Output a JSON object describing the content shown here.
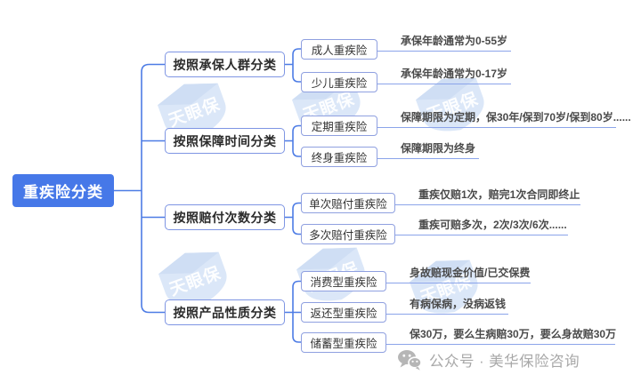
{
  "tree": {
    "root": {
      "label": "重疾险分类"
    },
    "branches": [
      {
        "label": "按照承保人群分类",
        "children": [
          {
            "label": "成人重疾险",
            "desc": "承保年龄通常为0-55岁"
          },
          {
            "label": "少儿重疾险",
            "desc": "承保年龄通常为0-17岁"
          }
        ]
      },
      {
        "label": "按照保障时间分类",
        "children": [
          {
            "label": "定期重疾险",
            "desc": "保障期限为定期，保30年/保到70岁/保到80岁......"
          },
          {
            "label": "终身重疾险",
            "desc": "保障期限为终身"
          }
        ]
      },
      {
        "label": "按照赔付次数分类",
        "children": [
          {
            "label": "单次赔付重疾险",
            "desc": "重疾仅赔1次，赔完1次合同即终止"
          },
          {
            "label": "多次赔付重疾险",
            "desc": "重疾可赔多次，2次/3次/6次......"
          }
        ]
      },
      {
        "label": "按照产品性质分类",
        "children": [
          {
            "label": "消费型重疾险",
            "desc": "身故赔现金价值/已交保费"
          },
          {
            "label": "返还型重疾险",
            "desc": "有病保病，没病返钱"
          },
          {
            "label": "储蓄型重疾险",
            "desc": "保30万，要么生病赔30万，要么身故赔30万"
          }
        ]
      }
    ]
  },
  "watermark": {
    "text": "天眼保"
  },
  "footer": {
    "icon": "wechat-icon",
    "text": "公众号 · 美华保险咨询"
  },
  "colors": {
    "root_bg": "#4678e8",
    "branch_border": "#7e95e3",
    "leaf_border": "#8fa0e0",
    "connector": "#4d7ce5",
    "desc_underline": "#8ba4ea",
    "watermark_shield": "#dbe7f8",
    "footer_gray": "#a8a8a8"
  }
}
